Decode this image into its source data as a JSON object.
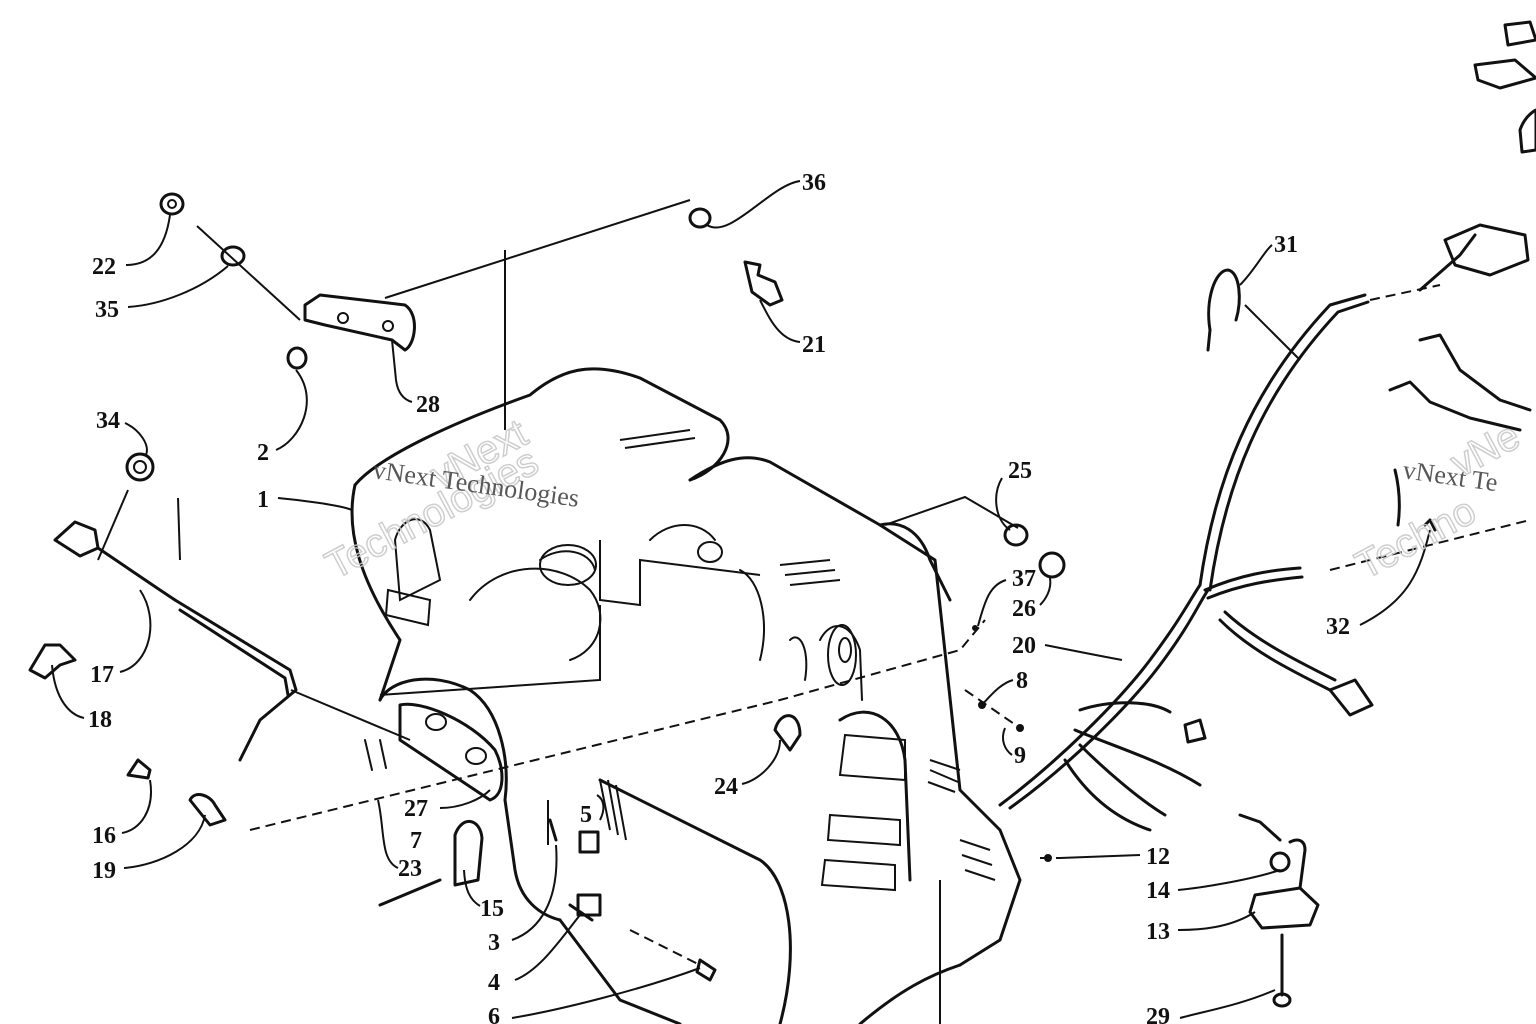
{
  "watermark": {
    "outline_line1": "vNext",
    "outline_line2": "Technologies",
    "inline_text": "vNext Technologies",
    "right_outline_line1": "vNe",
    "right_outline_line2": "Techno",
    "right_inline_text": "vNext Te"
  },
  "callouts": [
    "1",
    "2",
    "3",
    "4",
    "5",
    "6",
    "7",
    "8",
    "9",
    "12",
    "13",
    "14",
    "15",
    "16",
    "17",
    "18",
    "19",
    "20",
    "21",
    "22",
    "23",
    "24",
    "25",
    "26",
    "27",
    "28",
    "29",
    "31",
    "32",
    "34",
    "35",
    "36",
    "37"
  ]
}
